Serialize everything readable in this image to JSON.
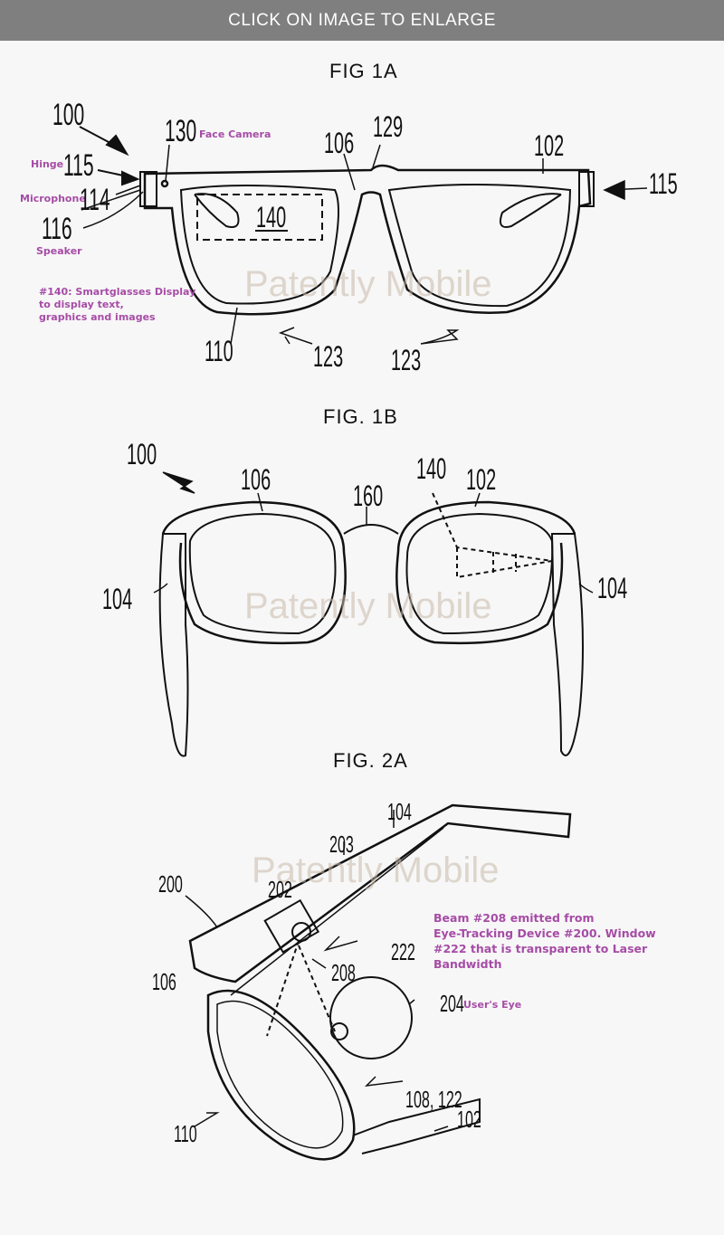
{
  "banner": {
    "label": "CLICK ON IMAGE TO ENLARGE"
  },
  "fig1a": {
    "title": "FIG 1A",
    "refs": {
      "r100": "100",
      "r130": "130",
      "r106": "106",
      "r129": "129",
      "r102": "102",
      "r115a": "115",
      "r115b": "115",
      "r114": "114",
      "r116": "116",
      "r140": "140",
      "r110": "110",
      "r123a": "123",
      "r123b": "123"
    },
    "notes": {
      "face_camera": "Face Camera",
      "hinge": "Hinge",
      "microphone": "Microphone",
      "speaker": "Speaker",
      "display": [
        "#140: Smartglasses Display",
        "to display text,",
        "graphics and images"
      ]
    }
  },
  "fig1b": {
    "title": "FIG. 1B",
    "refs": {
      "r100": "100",
      "r106": "106",
      "r160": "160",
      "r140": "140",
      "r102": "102",
      "r104a": "104",
      "r104b": "104"
    }
  },
  "fig2a": {
    "title": "FIG. 2A",
    "refs": {
      "r104": "104",
      "r203": "203",
      "r200": "200",
      "r202": "202",
      "r222": "222",
      "r208": "208",
      "r106": "106",
      "r204": "204",
      "r108": "108, 122",
      "r102": "102",
      "r110": "110"
    },
    "notes": {
      "beam": [
        "Beam #208 emitted from",
        "Eye-Tracking Device #200. Window",
        "#222 that is transparent to Laser",
        "Bandwidth"
      ],
      "users_eye": "User's Eye"
    }
  },
  "watermark": "Patently Mobile",
  "colors": {
    "banner": "#7f7f7f",
    "annotation": "#a64ca6",
    "background": "#f7f7f7"
  }
}
